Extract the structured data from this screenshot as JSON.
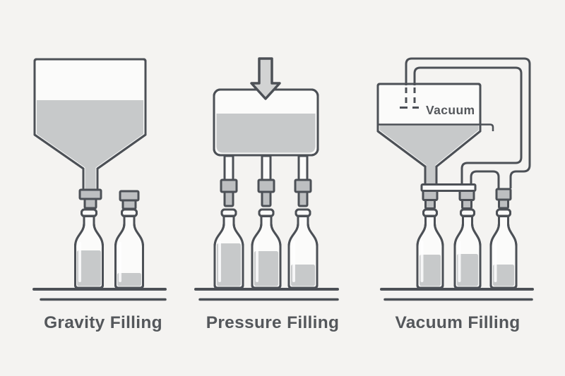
{
  "colors": {
    "bg": "#f4f3f1",
    "line": "#4c5056",
    "glass": "#fbfbfa",
    "liquid": "#c7c9ca",
    "metal": "#bdbfc1",
    "arrow": "#d2d3d3",
    "text": "#54575b"
  },
  "icons": {
    "pressure_arrow": "arrow-down",
    "vacuum_suction": "dashed-pipe"
  },
  "panels": [
    {
      "id": "gravity",
      "title": "Gravity Filling"
    },
    {
      "id": "pressure",
      "title": "Pressure Filling"
    },
    {
      "id": "vacuum",
      "title": "Vacuum Filling",
      "tank_label": "Vacuum"
    }
  ]
}
